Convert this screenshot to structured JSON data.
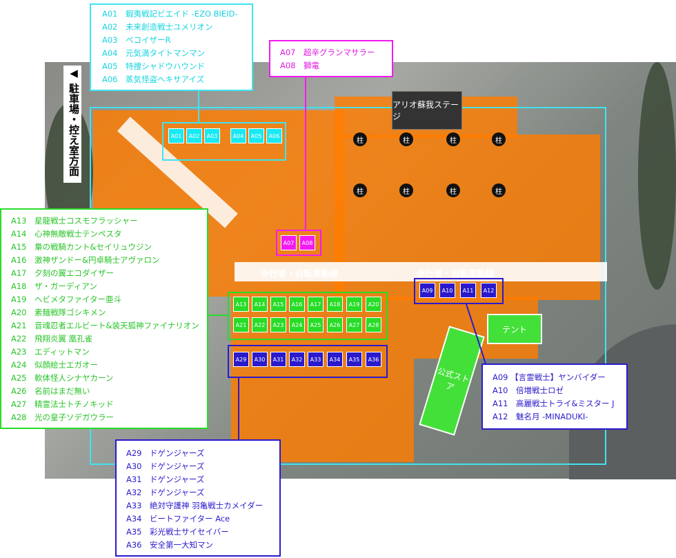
{
  "stage": "アリオ蘇我ステージ",
  "pillar": "柱",
  "path_label": "歩行者・自転車動線",
  "tent": "テント",
  "store": "公式ストア",
  "parking": "駐車場・控え室方面",
  "arrow": "◀",
  "groups": {
    "cyan": {
      "color": "#18e9f2",
      "booths": [
        "A01",
        "A02",
        "A03",
        "A04",
        "A05",
        "A06"
      ],
      "entries": [
        "A01　蝦夷戦記ビエイド -EZO BIEID-",
        "A02　未来創造戦士ユメリオン",
        "A03　ペコイザーR",
        "A04　元気満タイトマンマン",
        "A05　特捜シャドウハウンド",
        "A06　蒸気怪盗ヘキサアイズ"
      ]
    },
    "magenta": {
      "color": "#f21af2",
      "booths": [
        "A07",
        "A08"
      ],
      "entries": [
        "A07　超辛グランマサラー",
        "A08　獅電"
      ]
    },
    "navy_right": {
      "color": "#2a1acc",
      "booths": [
        "A09",
        "A10",
        "A11",
        "A12"
      ],
      "entries": [
        "A09 【言霊戦士】ヤンバイダー",
        "A10　倍増戦士ロゼ",
        "A11　高麗戦士トライ&ミスター J",
        "A12　魅名月 -MINADUKI-"
      ]
    },
    "green": {
      "color": "#28dc28",
      "booths_top": [
        "A13",
        "A14",
        "A15",
        "A16",
        "A17",
        "A18",
        "A19",
        "A20"
      ],
      "booths_bottom": [
        "A21",
        "A22",
        "A23",
        "A24",
        "A25",
        "A26",
        "A27",
        "A28"
      ],
      "entries": [
        "A13　星龍戦士コスモフラッシャー",
        "A14　心神無敵戦士テンペスタ",
        "A15　梟の戦騎カント&セイリュウジン",
        "A16　激神ザンドー&円卓騎士アヴァロン",
        "A17　夕刻の翼エコダイザー",
        "A18　ザ・ガーディアン",
        "A19　ヘビメタファイター亜斗",
        "A20　素麺戦隊ゴシキメン",
        "A21　音魂忍者エルビート&装天狐神ファイナリオン",
        "A22　飛翔炎翼 凰孔雀",
        "A23　エディットマン",
        "A24　似顔絵士エガオー",
        "A25　軟体怪人シナヤカーン",
        "A26　名前はまだ無い",
        "A27　精霊法士トチノキッド",
        "A28　光の皇子ソデガウラー"
      ]
    },
    "navy_bottom": {
      "color": "#2a1acc",
      "booths": [
        "A29",
        "A30",
        "A31",
        "A32",
        "A33",
        "A34",
        "A35",
        "A36"
      ],
      "entries": [
        "A29　ドゲンジャーズ",
        "A30　ドゲンジャーズ",
        "A31　ドゲンジャーズ",
        "A32　ドゲンジャーズ",
        "A33　絶対守護神 羽亀戦士カメイダー",
        "A34　ビートファイター Ace",
        "A35　彩光戦士サイセイバー",
        "A36　安全第一大知マン"
      ]
    }
  }
}
